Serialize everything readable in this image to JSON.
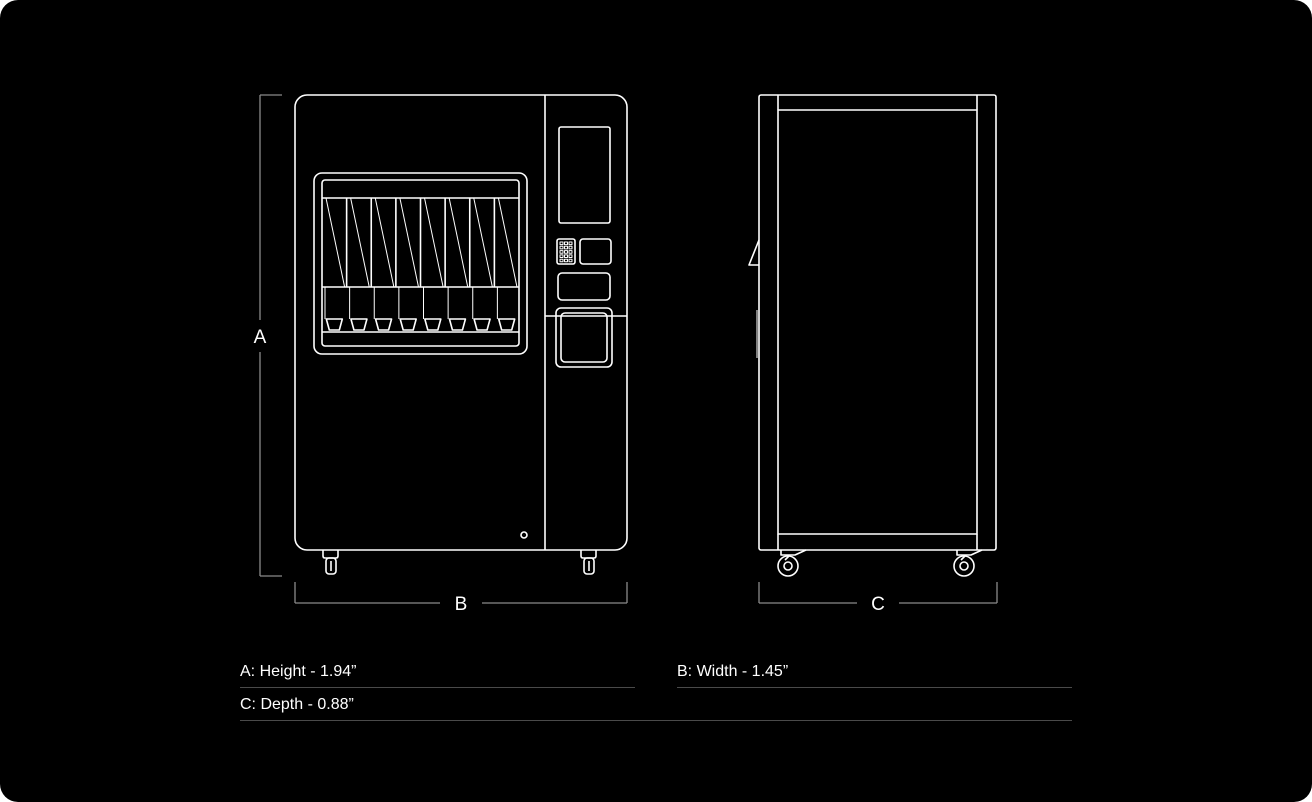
{
  "colors": {
    "background": "#000000",
    "line": "#ffffff",
    "dimension_line": "#8a8a8a",
    "divider": "#4a4a4a"
  },
  "dimension_labels": {
    "a": "A",
    "b": "B",
    "c": "C"
  },
  "specs": {
    "height": "A: Height - 1.94”",
    "width": "B: Width - 1.45”",
    "depth": "C: Depth - 0.88”"
  }
}
